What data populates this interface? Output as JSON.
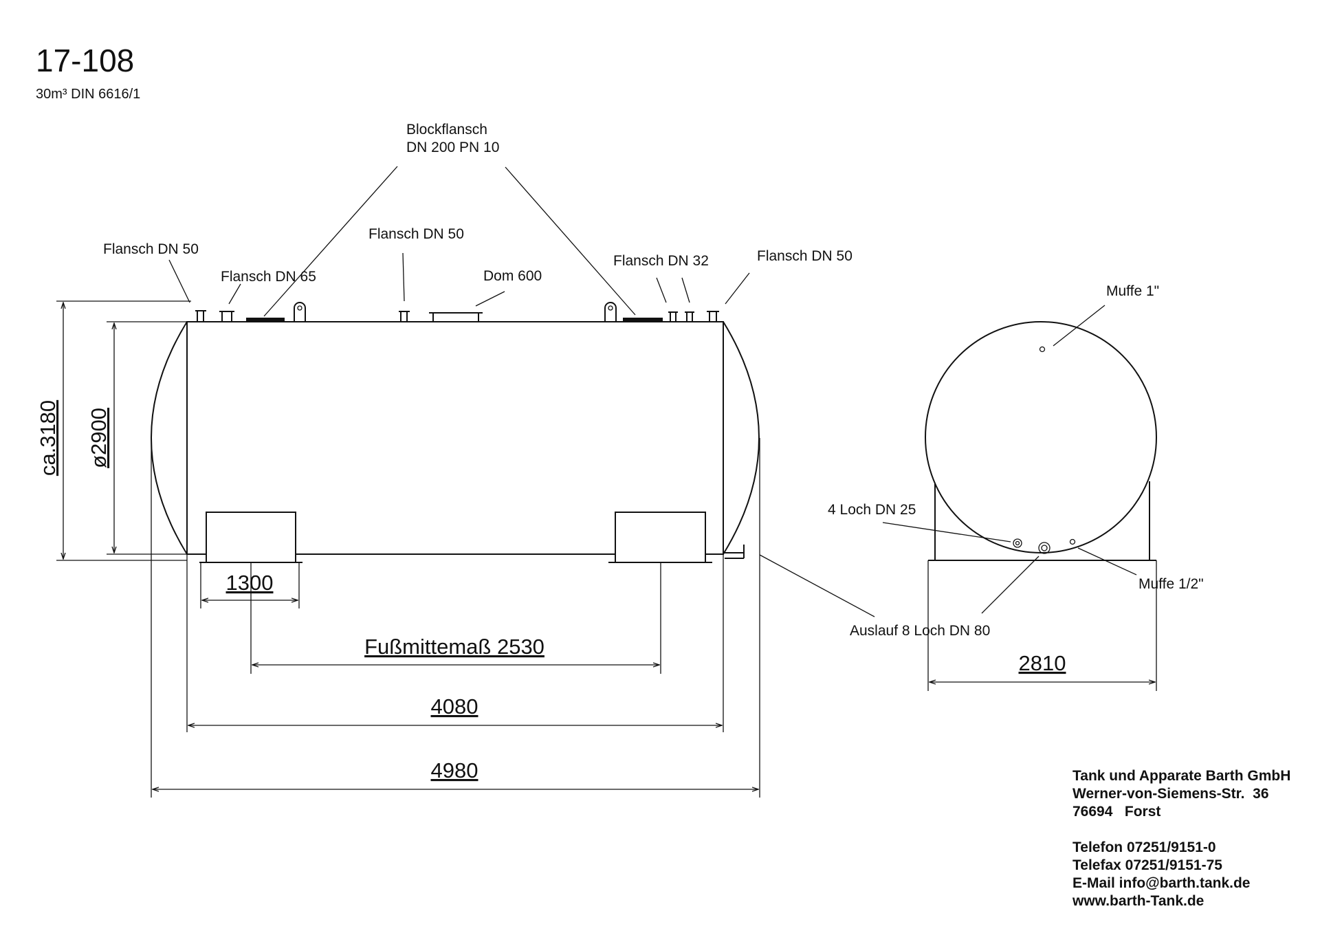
{
  "header": {
    "drawing_number": "17-108",
    "subtitle": "30m³ DIN 6616/1"
  },
  "labels": {
    "blockflansch_line1": "Blockflansch",
    "blockflansch_line2": "DN 200 PN 10",
    "flansch_dn50_left": "Flansch DN 50",
    "flansch_dn65": "Flansch DN 65",
    "flansch_dn50_mid": "Flansch DN 50",
    "dom_600": "Dom 600",
    "flansch_dn32": "Flansch DN 32",
    "flansch_dn50_right": "Flansch DN 50",
    "muffe_1": "Muffe 1\"",
    "loch_4_dn25": "4 Loch DN 25",
    "muffe_half": "Muffe 1/2\"",
    "auslauf": "Auslauf 8 Loch DN 80"
  },
  "dimensions": {
    "height_total": "ca.3180",
    "diameter": "ø2900",
    "foot_width": "1300",
    "foot_center": "Fußmittemaß 2530",
    "cylinder_length": "4080",
    "total_length": "4980",
    "saddle_width": "2810"
  },
  "company": {
    "name": "Tank und Apparate Barth GmbH",
    "street": "Werner-von-Siemens-Str.  36",
    "city": "76694   Forst",
    "phone": "Telefon 07251/9151-0",
    "fax": "Telefax 07251/9151-75",
    "email": "E-Mail info@barth.tank.de",
    "web": "www.barth-Tank.de"
  }
}
